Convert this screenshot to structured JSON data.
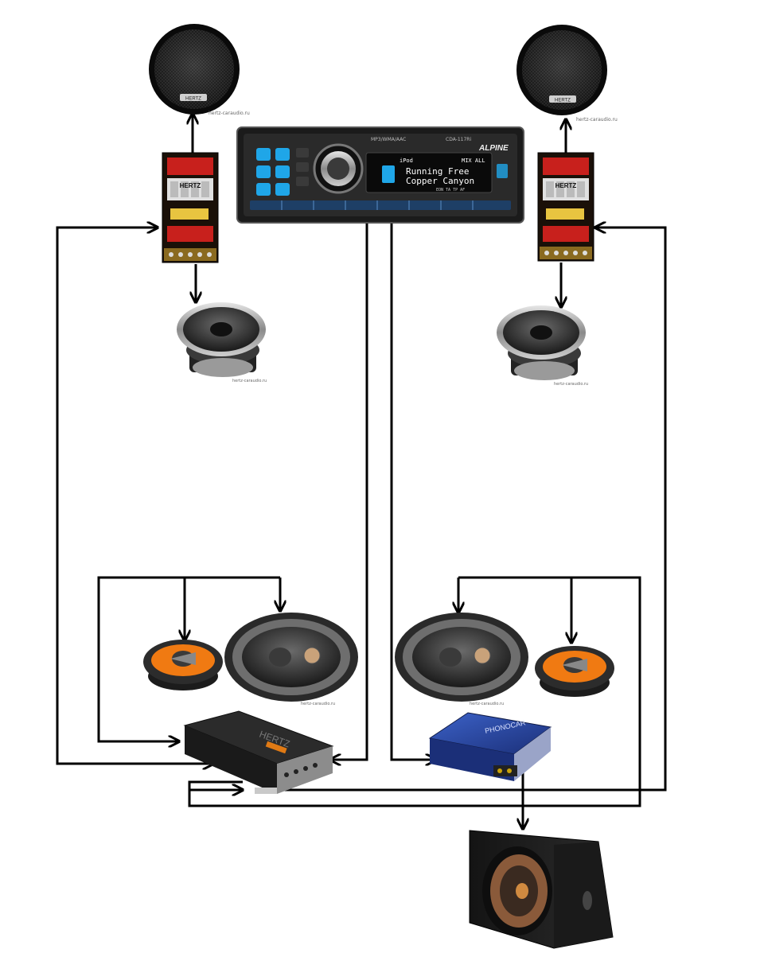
{
  "head_unit": {
    "brand": "ALPINE",
    "model": "CDA-117Ri",
    "model_line": "MP3/WMA/AAC",
    "source_label": "iPod",
    "mode_label": "MIX ALL",
    "track_line": "Running Free",
    "album_line": "Copper Canyon",
    "status_line": "EON TA TP AF"
  },
  "crossover_brand": "HERTZ",
  "amplifier_brand": "HERTZ",
  "amplifier2_brand": "PHONOCAR",
  "watermark": "hertz-caraudio.ru",
  "icons": {
    "tweeter_left": "tweeter-icon",
    "tweeter_right": "tweeter-icon",
    "crossover_left": "crossover-icon",
    "crossover_right": "crossover-icon",
    "midbass_left": "midbass-speaker-icon",
    "midbass_right": "midbass-speaker-icon",
    "coaxial_left": "coaxial-speaker-icon",
    "coaxial_right": "coaxial-speaker-icon",
    "oval_left": "oval-speaker-icon",
    "oval_right": "oval-speaker-icon",
    "amplifier_left": "amplifier-icon",
    "amplifier_right": "amplifier-icon",
    "subwoofer": "subwoofer-box-icon"
  },
  "colors": {
    "wire": "#000000",
    "display_blue": "#1fa6e8",
    "crossover_red": "#c8201c",
    "coaxial_orange": "#f07a12",
    "amp_blue": "#2a4aa8"
  }
}
